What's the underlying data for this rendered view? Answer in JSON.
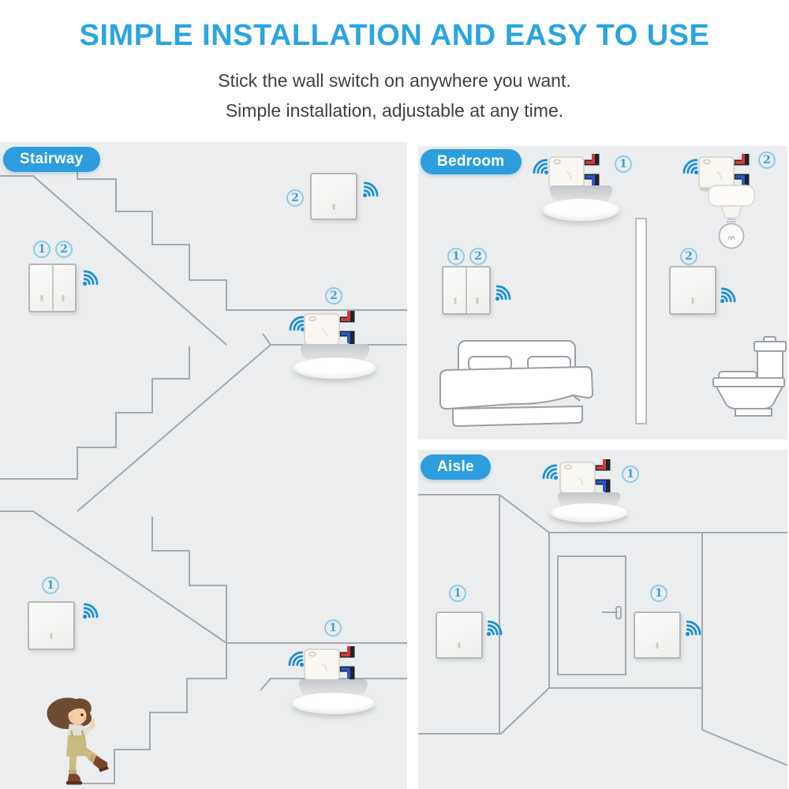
{
  "header": {
    "title": "SIMPLE INSTALLATION AND EASY TO USE",
    "subtitle1": "Stick the wall switch on anywhere you want.",
    "subtitle2": "Simple installation,  adjustable at any time."
  },
  "colors": {
    "accent_blue": "#2aa5e0",
    "pill_blue": "#2d9edd",
    "wifi_blue": "#1e8fd6",
    "badge_blue": "#3da3d8",
    "line_gray": "#a6aaae",
    "panel_bg": "#ebedee"
  },
  "icons": {
    "wifi": "wifi-signal-icon",
    "receiver": "relay-receiver-module",
    "ceiling_light": "ceiling-light",
    "pendant_light": "pendant-bulb-light",
    "badge_style": "circled-number"
  },
  "stairway": {
    "label": "Stairway",
    "double_switch_badges": [
      "1",
      "2"
    ],
    "top_switch_badge": "2",
    "top_receiver_badge": "2",
    "bottom_switch_badge": "1",
    "bottom_receiver_badge": "1"
  },
  "bedroom": {
    "label": "Bedroom",
    "ceiling_receiver_badge": "1",
    "pendant_receiver_badge": "2",
    "double_switch_badges": [
      "1",
      "2"
    ],
    "single_switch_badge": "2"
  },
  "aisle": {
    "label": "Aisle",
    "receiver_badge": "1",
    "left_switch_badge": "1",
    "right_switch_badge": "1"
  }
}
